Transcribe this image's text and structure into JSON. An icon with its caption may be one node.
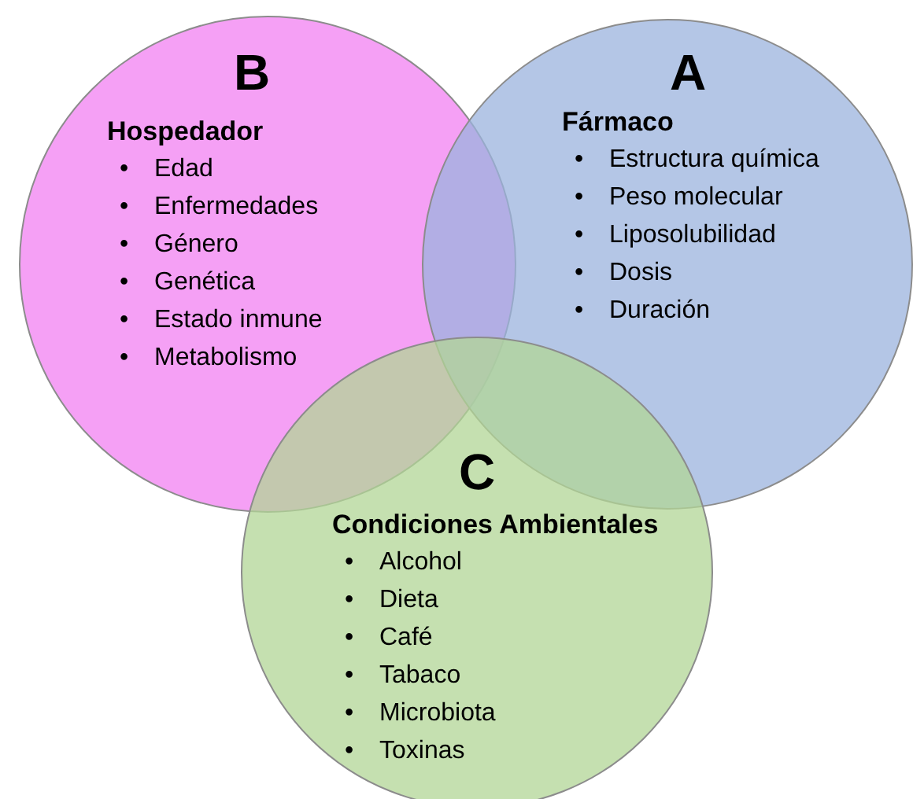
{
  "diagram": {
    "nodes": [
      {
        "text": [
          "B",
          "Hospedador",
          "•\tEdad",
          "•\tEnfermedades",
          "•\tGénero",
          "•\tGenética",
          "•\tEstado inmune",
          "•\tMetabolismo"
        ]
      },
      {
        "text": [
          "A",
          "Fármaco",
          "•\tEstructura química",
          "•\tPeso molecular",
          "•\tLiposolubilidad",
          "•\tDosis",
          "•\tDuración"
        ]
      },
      {
        "text": [
          "C",
          "Condiciones Ambientales",
          "•\tAlcohol",
          "•\tDieta",
          "•\tCafé",
          "•\tTabaco",
          "•\tMicrobiota",
          "•\tToxinas"
        ]
      }
    ]
  }
}
